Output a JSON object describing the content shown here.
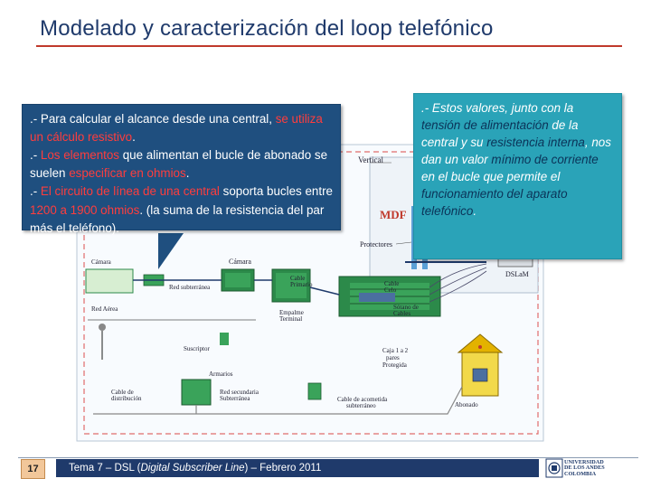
{
  "slide": {
    "title": "Modelado y caracterización del loop telefónico"
  },
  "left_callout": {
    "l1a": ".- Para calcular el alcance desde una central, ",
    "l1b": "se utiliza un cálculo resistivo",
    "l1c": ".",
    "l2a": ".- ",
    "l2b": "Los elementos",
    "l2c": " que alimentan el bucle de abonado se suelen ",
    "l2d": "especificar en ohmios",
    "l2e": ".",
    "l3a": ".- ",
    "l3b": "El circuito de línea de una central",
    "l3c": " soporta bucles entre ",
    "l3d": "1200 a 1900 ohmios",
    "l3e": ". (la suma de la resistencia del par más el teléfono)."
  },
  "right_callout": {
    "a": ".- Estos valores, junto con la ",
    "b": "tensión de alimentación",
    "c": " de la central y su ",
    "d": "resistencia interna",
    "e": ", nos dan un valor ",
    "f": "mínimo de corriente",
    "g": " en el bucle que permite el ",
    "h": "funcionamiento del aparato telefónico",
    "i": "."
  },
  "diagram": {
    "mdf": "MDF",
    "vertical": "Vertical",
    "protectores": "Protectores",
    "dslam": "DSLaM",
    "camara": "Cámara",
    "red_subterranea": "Red subterránea",
    "camara_2": "Cámara",
    "cable_primario_1": "Cable",
    "cable_primario_2": "Primario",
    "cable_celo_1": "Cable",
    "cable_celo_2": "Celo",
    "empalme_1": "Empalme",
    "empalme_2": "Terminal",
    "sotano_1": "Sótano de",
    "sotano_2": "Cables",
    "red_aerea": "Red Aérea",
    "suscriptor": "Suscriptor",
    "armarios": "Armarios",
    "cable_distrib_1": "Cable de",
    "cable_distrib_2": "distribución",
    "red_secundaria_1": "Red secundaria",
    "red_secundaria_2": "Subterránea",
    "cable_acometida_1": "Cable de acometida",
    "cable_acometida_2": "subterráneo",
    "caja_1": "Caja 1 a 2",
    "caja_2": "pares",
    "caja_3": "Protegida",
    "abonado": "Abonado"
  },
  "footer": {
    "page": "17",
    "tema": "Tema 7 – DSL (",
    "dsl_italic": "Digital Subscriber Line",
    "fecha": ") – Febrero 2011",
    "logo_line1": "UNIVERSIDAD",
    "logo_line2": "DE LOS ANDES",
    "logo_line3": "COLOMBIA"
  },
  "colors": {
    "title": "#1f3a6b",
    "title_rule": "#c0392b",
    "left_callout_bg": "#1f4f7f",
    "right_callout_bg": "#2aa3b8",
    "highlight_red": "#ff3d3d",
    "footer_bar": "#1f3a6b",
    "page_box": "#f2c79a"
  }
}
